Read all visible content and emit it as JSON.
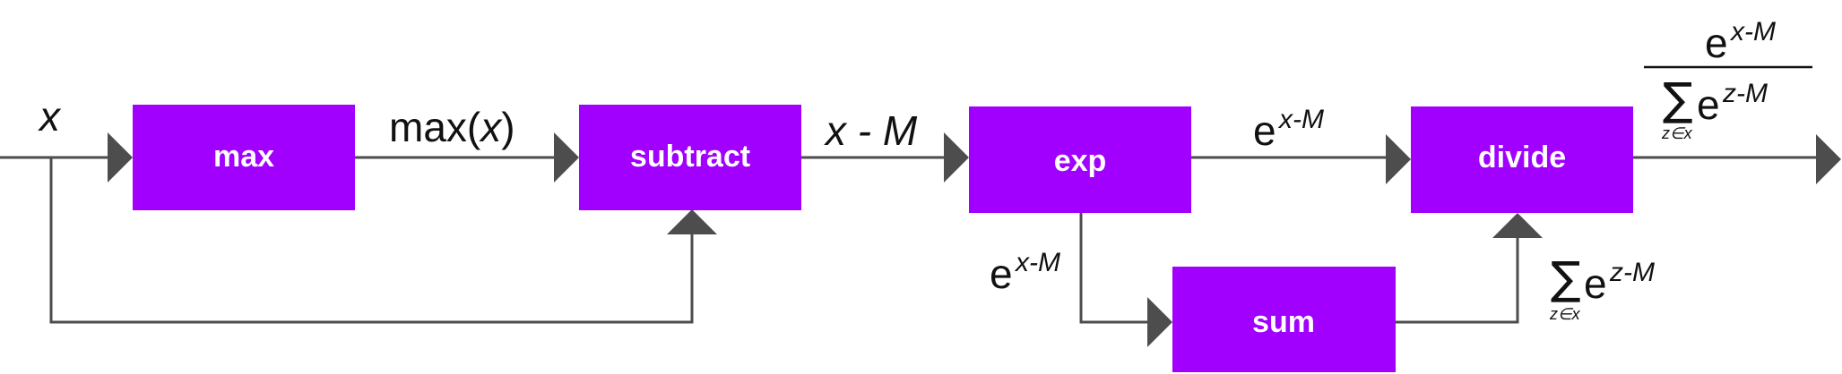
{
  "colors": {
    "box": "#a100ff",
    "line": "#4d4d4d",
    "text": "#111111",
    "box_text": "#ffffff"
  },
  "blocks": {
    "max": "max",
    "subtract": "subtract",
    "exp": "exp",
    "sum": "sum",
    "divide": "divide"
  },
  "labels": {
    "input": "x",
    "max_out_fn": "max(",
    "max_out_var": "x",
    "max_out_close": ")",
    "sub_out_var": "x",
    "sub_out_rest": " - M",
    "e_base": "e",
    "exponent_x": "x-M",
    "exponent_z": "z-M",
    "sigma": "∑",
    "sum_index": "z∈x"
  }
}
